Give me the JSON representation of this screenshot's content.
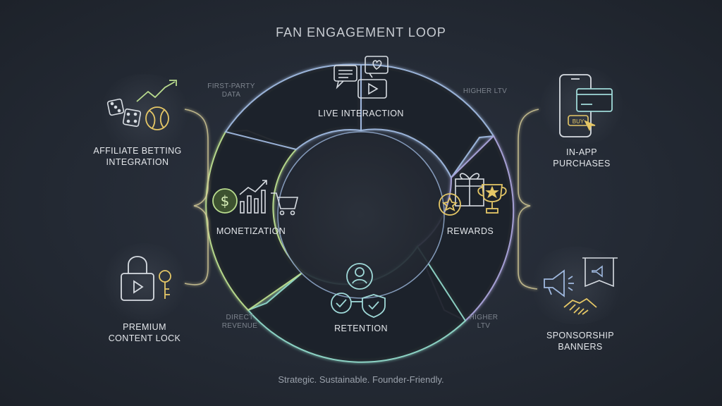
{
  "title": "FAN ENGAGEMENT LOOP",
  "tagline": "Strategic. Sustainable. Founder-Friendly.",
  "loop": {
    "live_interaction": "LIVE INTERACTION",
    "rewards": "REWARDS",
    "retention": "RETENTION",
    "monetization": "MONETIZATION"
  },
  "notes": {
    "first_party_line1": "FIRST-PARTY",
    "first_party_line2": "DATA",
    "higher_ltv_top": "HIGHER LTV",
    "direct_revenue_line1": "DIRECT",
    "direct_revenue_line2": "REVENUE",
    "higher_ltv_bottom_line1": "HIGHER",
    "higher_ltv_bottom_line2": "LTV"
  },
  "left": {
    "affiliate_line1": "AFFILIATE BETTING",
    "affiliate_line2": "INTEGRATION",
    "premium_line1": "PREMIUM",
    "premium_line2": "CONTENT LOCK"
  },
  "right": {
    "inapp_line1": "IN-APP",
    "inapp_line2": "PURCHASES",
    "buy_label": "BUY",
    "sponsorship_line1": "SPONSORSHIP",
    "sponsorship_line2": "BANNERS"
  },
  "colors": {
    "ring_blue": "#9fb8de",
    "ring_purple": "#a9a3d8",
    "ring_teal": "#8fd6c8",
    "ring_green": "#b9dc8e",
    "gold": "#e5c766",
    "brace": "#d9cf9a"
  },
  "icons": [
    "chat-bubbles-icon",
    "heart-icon",
    "play-icon",
    "gift-icon",
    "trophy-icon",
    "coin-star-icon",
    "user-shield-icon",
    "dollar-coin-icon",
    "bar-chart-icon",
    "cart-icon",
    "dice-icon",
    "baseball-icon",
    "trend-arrow-icon",
    "padlock-play-icon",
    "key-icon",
    "phone-icon",
    "credit-card-icon",
    "megaphone-icon",
    "handshake-icon"
  ]
}
